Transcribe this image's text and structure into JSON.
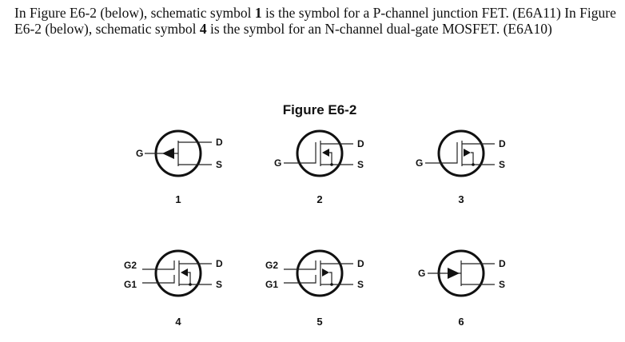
{
  "text": {
    "p1": "In Figure E6-2 (below), schematic symbol ",
    "b1": "1",
    "p2": " is the symbol for a P-channel junction FET. (E6A11) In Figure E6-2 (below), schematic symbol ",
    "b2": "4",
    "p3": " is the symbol for an N-channel dual-gate MOSFET. (E6A10)"
  },
  "figure": {
    "title": "Figure E6-2",
    "symbols": [
      {
        "number": "1",
        "type": "p-channel-jfet",
        "pins": {
          "g": "G",
          "d": "D",
          "s": "S"
        }
      },
      {
        "number": "2",
        "type": "n-channel-mosfet",
        "pins": {
          "g": "G",
          "d": "D",
          "s": "S"
        }
      },
      {
        "number": "3",
        "type": "p-channel-mosfet",
        "pins": {
          "g": "G",
          "d": "D",
          "s": "S"
        }
      },
      {
        "number": "4",
        "type": "n-channel-dual-gate-mosfet",
        "pins": {
          "g2": "G2",
          "g1": "G1",
          "d": "D",
          "s": "S"
        }
      },
      {
        "number": "5",
        "type": "p-channel-dual-gate-mosfet",
        "pins": {
          "g2": "G2",
          "g1": "G1",
          "d": "D",
          "s": "S"
        }
      },
      {
        "number": "6",
        "type": "n-channel-jfet",
        "pins": {
          "g": "G",
          "d": "D",
          "s": "S"
        }
      }
    ]
  }
}
